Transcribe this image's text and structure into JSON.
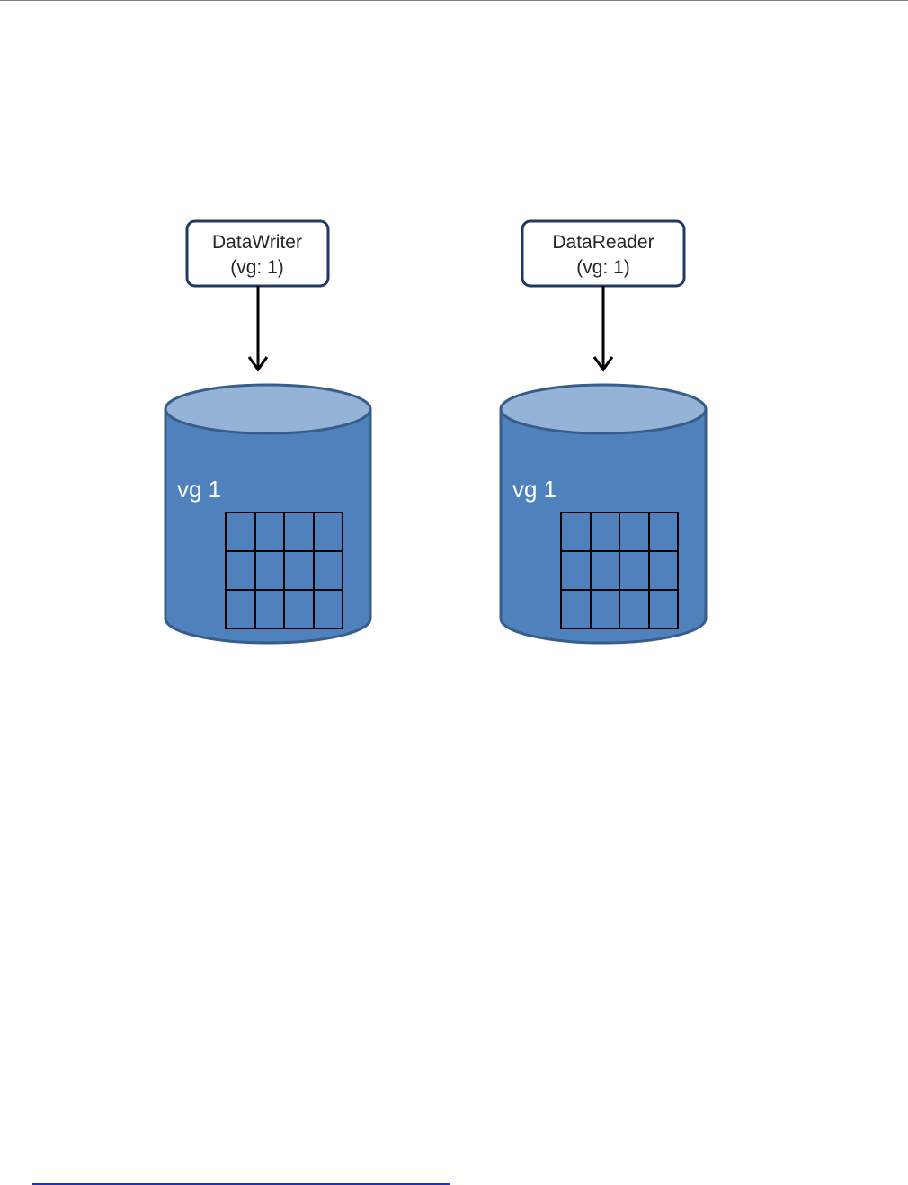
{
  "diagram": {
    "writer": {
      "name": "DataWriter",
      "group": "(vg: 1)",
      "store_label": "vg 1"
    },
    "reader": {
      "name": "DataReader",
      "group": "(vg: 1)",
      "store_label": "vg 1"
    },
    "colors": {
      "cylinder_body": "#4f81bd",
      "cylinder_top": "#95b3d7",
      "cylinder_outline": "#385d8a",
      "box_border": "#1f3864",
      "grid_line": "#000000",
      "store_label_text": "#ffffff"
    }
  }
}
